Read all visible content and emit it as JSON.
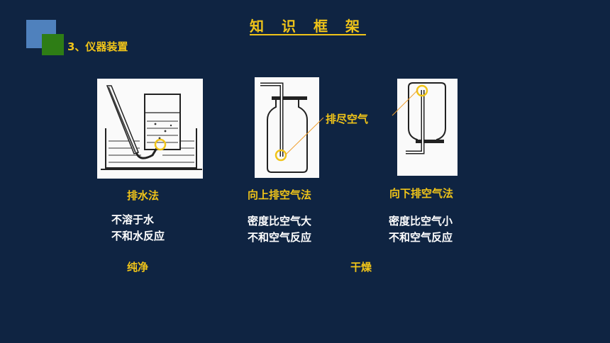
{
  "title": "知 识 框 架",
  "section": "3、仪器装置",
  "callout": "排尽空气",
  "methods": [
    {
      "name": "排水法",
      "lines": [
        "不溶于水",
        "不和水反应"
      ]
    },
    {
      "name": "向上排空气法",
      "lines": [
        "密度比空气大",
        "不和空气反应"
      ]
    },
    {
      "name": "向下排空气法",
      "lines": [
        "密度比空气小",
        "不和空气反应"
      ]
    }
  ],
  "notes": {
    "left": "纯净",
    "right": "干燥"
  },
  "colors": {
    "background": "#0f2442",
    "accent": "#f0c419",
    "blue_square": "#4f81bd",
    "green_square": "#2e7d15"
  }
}
